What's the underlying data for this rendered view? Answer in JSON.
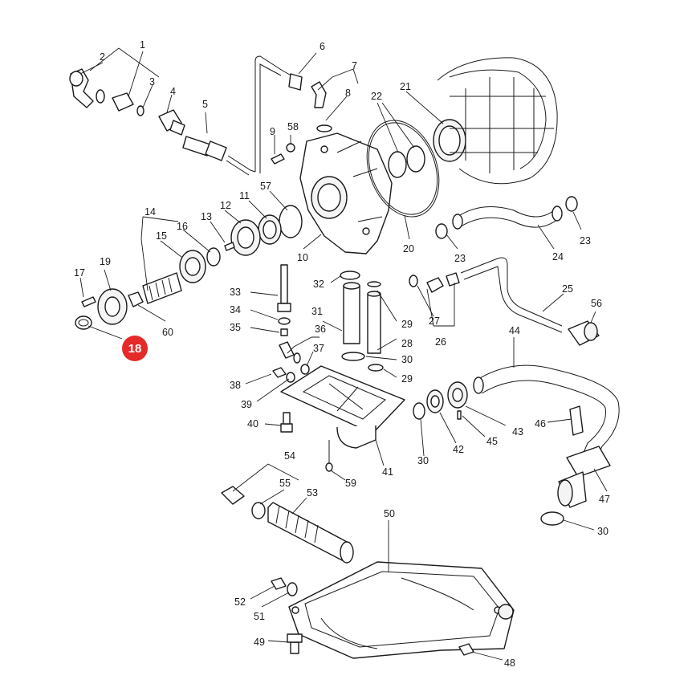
{
  "diagram": {
    "callouts": [
      {
        "id": "1",
        "text": "1"
      },
      {
        "id": "2",
        "text": "2"
      },
      {
        "id": "3",
        "text": "3"
      },
      {
        "id": "4",
        "text": "4"
      },
      {
        "id": "5",
        "text": "5"
      },
      {
        "id": "6",
        "text": "6"
      },
      {
        "id": "7",
        "text": "7"
      },
      {
        "id": "8",
        "text": "8"
      },
      {
        "id": "9",
        "text": "9"
      },
      {
        "id": "10",
        "text": "10"
      },
      {
        "id": "11",
        "text": "11"
      },
      {
        "id": "12",
        "text": "12"
      },
      {
        "id": "13",
        "text": "13"
      },
      {
        "id": "14",
        "text": "14"
      },
      {
        "id": "15",
        "text": "15"
      },
      {
        "id": "16",
        "text": "16"
      },
      {
        "id": "17",
        "text": "17"
      },
      {
        "id": "19",
        "text": "19"
      },
      {
        "id": "20",
        "text": "20"
      },
      {
        "id": "21",
        "text": "21"
      },
      {
        "id": "22",
        "text": "22"
      },
      {
        "id": "23a",
        "text": "23"
      },
      {
        "id": "23b",
        "text": "23"
      },
      {
        "id": "24",
        "text": "24"
      },
      {
        "id": "25",
        "text": "25"
      },
      {
        "id": "26",
        "text": "26"
      },
      {
        "id": "27",
        "text": "27"
      },
      {
        "id": "28",
        "text": "28"
      },
      {
        "id": "29a",
        "text": "29"
      },
      {
        "id": "29b",
        "text": "29"
      },
      {
        "id": "30a",
        "text": "30"
      },
      {
        "id": "30b",
        "text": "30"
      },
      {
        "id": "30c",
        "text": "30"
      },
      {
        "id": "31",
        "text": "31"
      },
      {
        "id": "32",
        "text": "32"
      },
      {
        "id": "33",
        "text": "33"
      },
      {
        "id": "34",
        "text": "34"
      },
      {
        "id": "35",
        "text": "35"
      },
      {
        "id": "36",
        "text": "36"
      },
      {
        "id": "37",
        "text": "37"
      },
      {
        "id": "38",
        "text": "38"
      },
      {
        "id": "39",
        "text": "39"
      },
      {
        "id": "40",
        "text": "40"
      },
      {
        "id": "41",
        "text": "41"
      },
      {
        "id": "42",
        "text": "42"
      },
      {
        "id": "43",
        "text": "43"
      },
      {
        "id": "44",
        "text": "44"
      },
      {
        "id": "45",
        "text": "45"
      },
      {
        "id": "46",
        "text": "46"
      },
      {
        "id": "47",
        "text": "47"
      },
      {
        "id": "48",
        "text": "48"
      },
      {
        "id": "49",
        "text": "49"
      },
      {
        "id": "50",
        "text": "50"
      },
      {
        "id": "51",
        "text": "51"
      },
      {
        "id": "52",
        "text": "52"
      },
      {
        "id": "53",
        "text": "53"
      },
      {
        "id": "54",
        "text": "54"
      },
      {
        "id": "55",
        "text": "55"
      },
      {
        "id": "56",
        "text": "56"
      },
      {
        "id": "57",
        "text": "57"
      },
      {
        "id": "58",
        "text": "58"
      },
      {
        "id": "59",
        "text": "59"
      },
      {
        "id": "60",
        "text": "60"
      }
    ],
    "highlight": {
      "text": "18",
      "color": "#e52a2a"
    }
  }
}
